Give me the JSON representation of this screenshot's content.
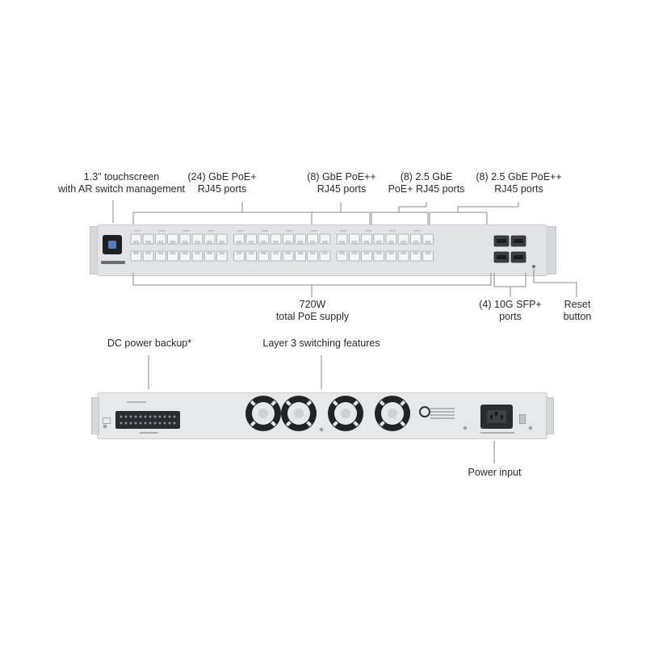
{
  "front_labels": {
    "touchscreen": [
      "1.3\" touchscreen",
      "with AR switch management"
    ],
    "gbe_poe_plus": [
      "(24) GbE PoE+",
      "RJ45 ports"
    ],
    "gbe_poe_plusplus": [
      "(8) GbE PoE++",
      "RJ45 ports"
    ],
    "gbe25_poe_plus": [
      "(8) 2.5 GbE",
      "PoE+ RJ45 ports"
    ],
    "gbe25_poe_plusplus": [
      "(8) 2.5 GbE PoE++",
      "RJ45 ports"
    ],
    "poe_supply": [
      "720W",
      "total PoE supply"
    ],
    "sfp_ports": [
      "(4) 10G SFP+",
      "ports"
    ],
    "reset_button": [
      "Reset",
      "button"
    ]
  },
  "rear_labels": {
    "dc_power_backup": "DC power backup*",
    "layer3": "Layer 3 switching features",
    "power_input": "Power input"
  },
  "colors": {
    "chassis": "#e1e3e6",
    "port": "#f4f5f7",
    "port_shadow": "#9ea3a9",
    "screen": "#1d1f24",
    "screen_accent": "#5a8fd8",
    "fan": "#222326",
    "callout_line": "#8a8a8a"
  },
  "front_panel": {
    "rj45_columns": 24,
    "rj45_rows": 2,
    "sfp_count": 4
  },
  "rear_panel": {
    "fan_count": 4
  }
}
